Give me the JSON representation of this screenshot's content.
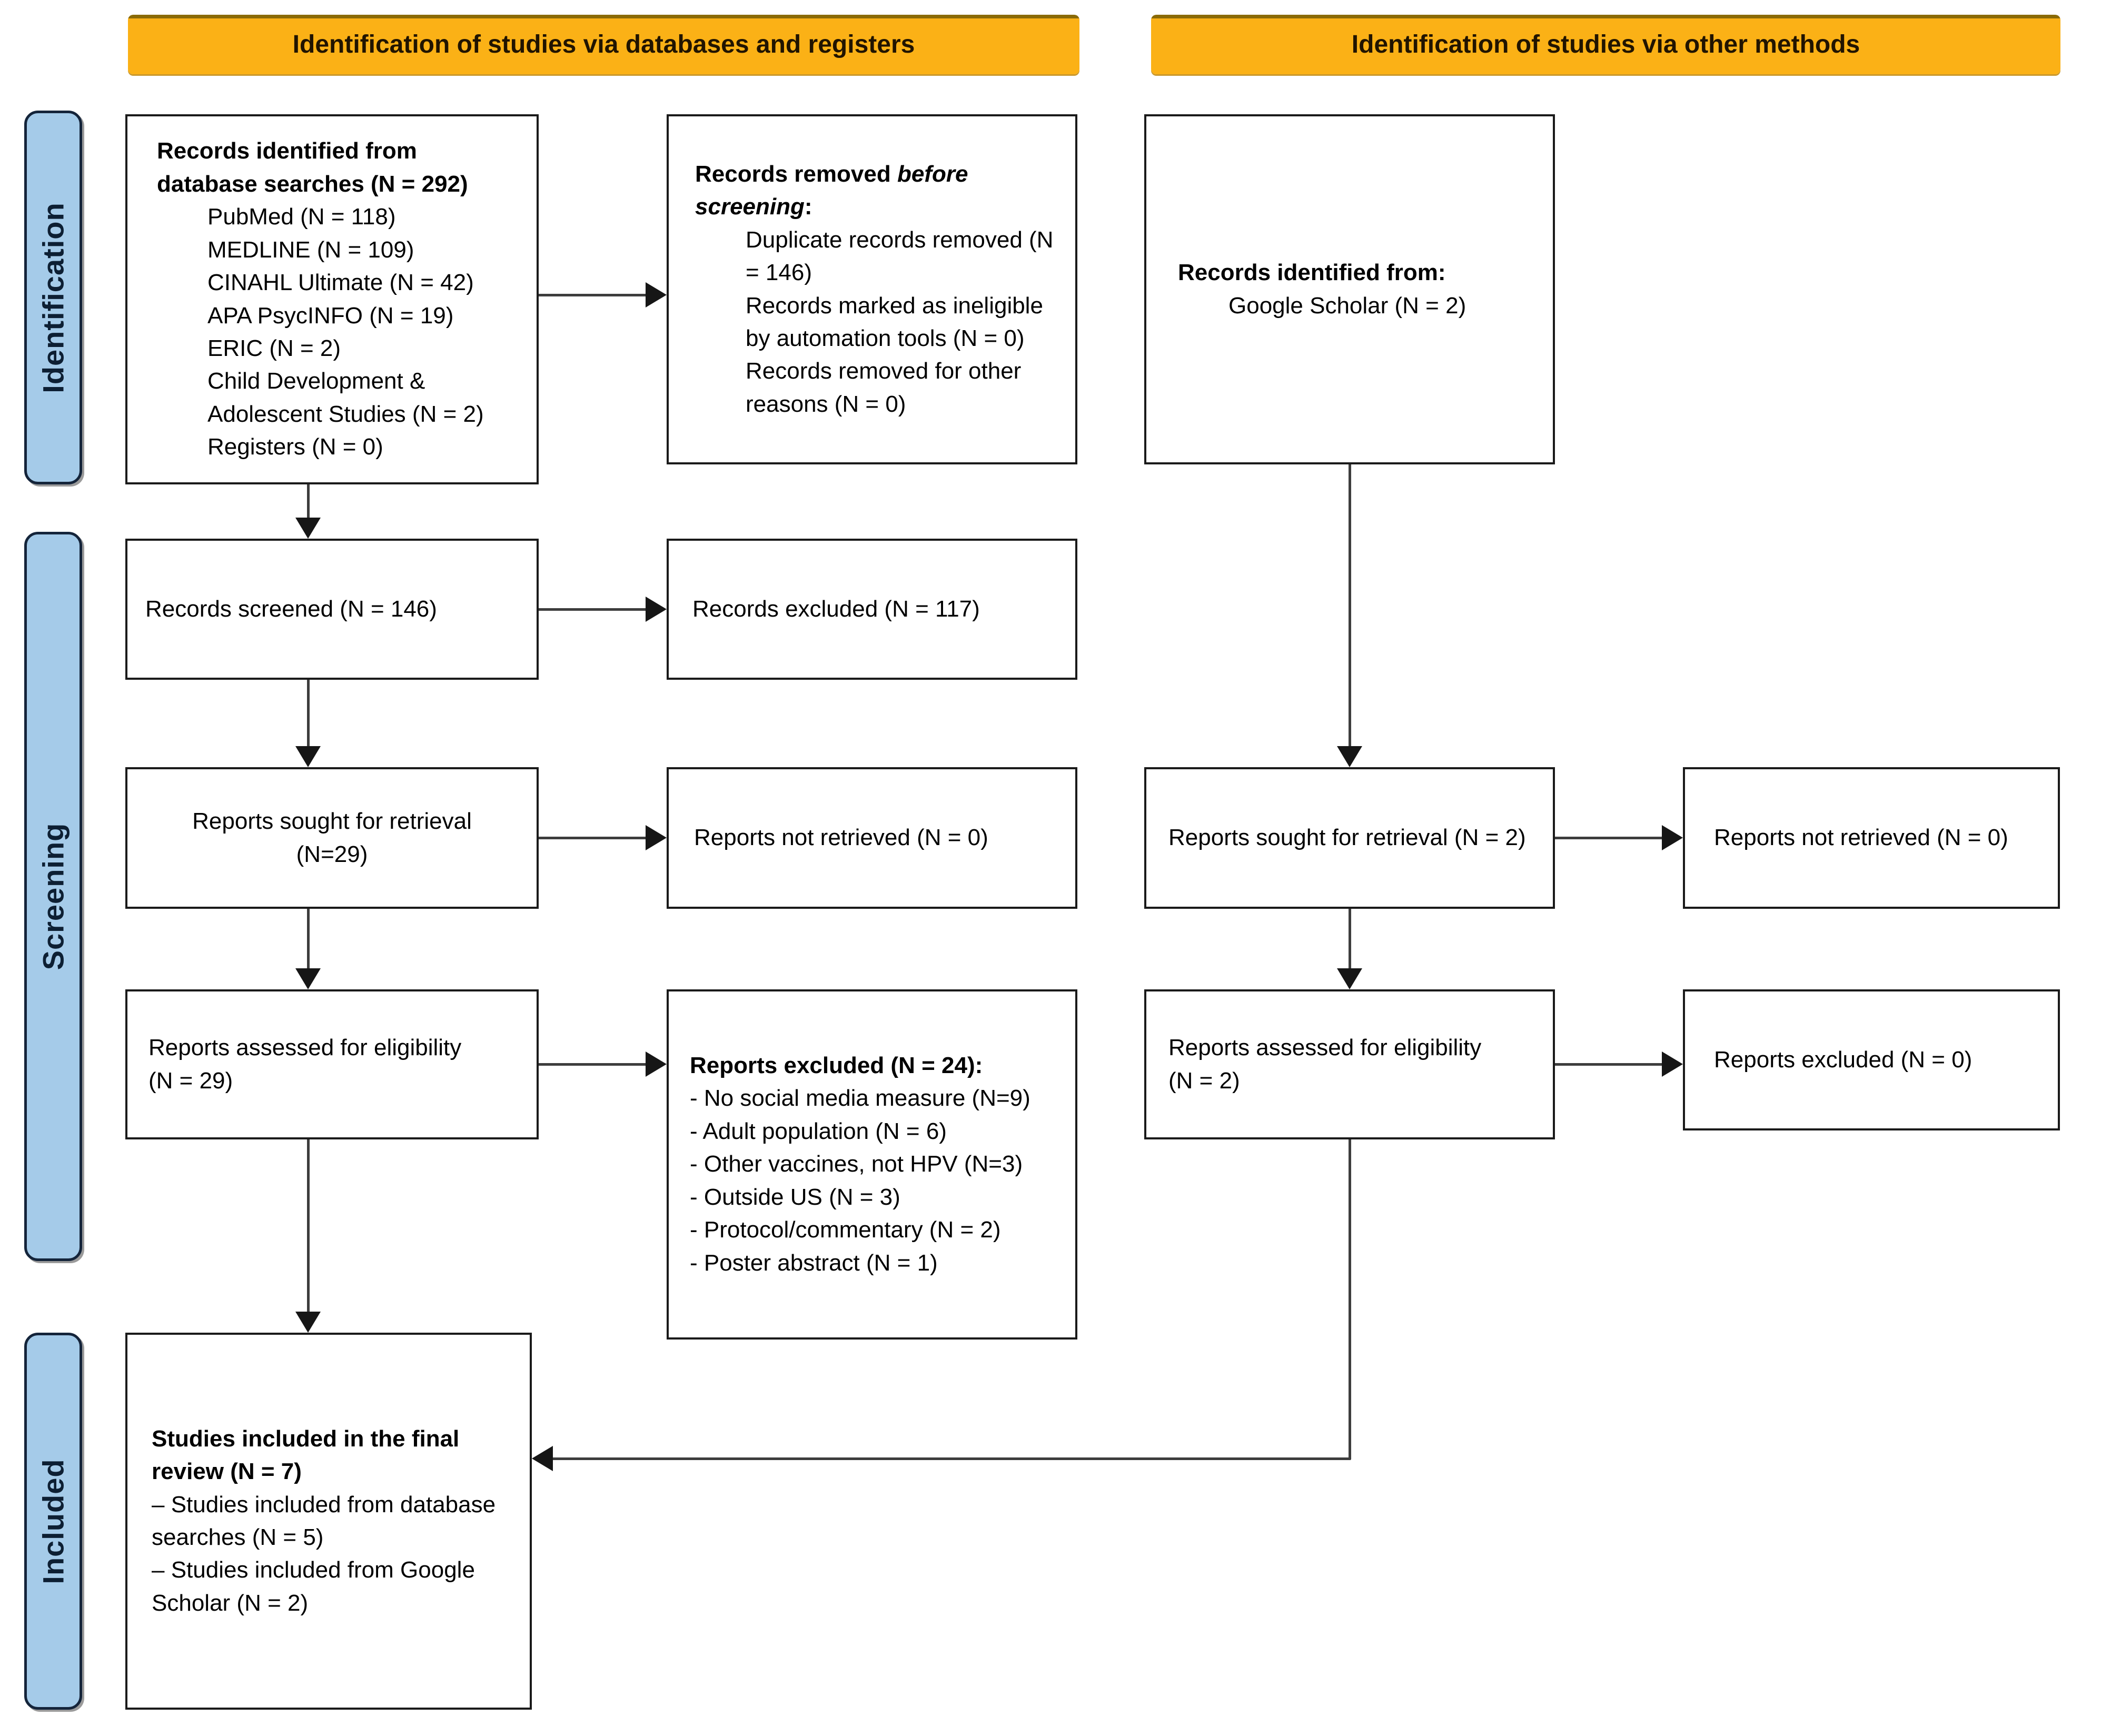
{
  "colors": {
    "banner_bg": "#FBB116",
    "banner_text": "#211400",
    "stage_bg": "#A5CBE9",
    "stage_border": "#14243A",
    "box_border": "#1A1A1A",
    "arrow": "#3D3D3D"
  },
  "banners": {
    "left": "Identification of studies via databases and registers",
    "right": "Identification of studies via other methods"
  },
  "stages": {
    "identification": "Identification",
    "screening": "Screening",
    "included": "Included"
  },
  "boxes": {
    "db_identified": {
      "title": "Records identified from database searches (N = 292)",
      "items": [
        "PubMed (N = 118)",
        "MEDLINE (N = 109)",
        "CINAHL Ultimate (N = 42)",
        "APA PsycINFO (N = 19)",
        "ERIC (N = 2)",
        "Child Development & Adolescent Studies (N = 2)",
        "Registers (N = 0)"
      ]
    },
    "records_removed": {
      "title_1": "Records removed ",
      "title_em": "before screening",
      "title_2": ":",
      "items": [
        "Duplicate records removed (N = 146)",
        "Records marked as ineligible by automation tools (N = 0)",
        "Records removed for other reasons (N = 0)"
      ]
    },
    "other_identified": {
      "title": "Records identified from:",
      "item": "Google Scholar (N = 2)"
    },
    "records_screened": {
      "text": "Records screened (N = 146)"
    },
    "records_excluded": {
      "text": "Records excluded (N = 117)"
    },
    "reports_sought_db": {
      "line1": "Reports sought for retrieval",
      "line2": "(N=29)"
    },
    "reports_not_retrieved_db": {
      "text": "Reports not retrieved (N = 0)"
    },
    "reports_assessed_db": {
      "line1": "Reports assessed for eligibility",
      "line2": "(N = 29)"
    },
    "reports_excluded_db": {
      "title": "Reports excluded (N = 24):",
      "items": [
        "- No social media measure (N=9)",
        "- Adult population (N = 6)",
        "- Other vaccines, not HPV (N=3)",
        "- Outside US (N = 3)",
        "- Protocol/commentary (N = 2)",
        "- Poster abstract (N = 1)"
      ]
    },
    "reports_sought_other": {
      "text": "Reports sought for retrieval (N = 2)"
    },
    "reports_not_retrieved_other": {
      "text": "Reports not retrieved (N = 0)"
    },
    "reports_assessed_other": {
      "line1": "Reports assessed for eligibility",
      "line2": "(N = 2)"
    },
    "reports_excluded_other": {
      "text": "Reports excluded (N = 0)"
    },
    "included": {
      "title": "Studies included in the final review (N = 7)",
      "items": [
        "– Studies included from database searches (N = 5)",
        "– Studies included from Google Scholar (N = 2)"
      ]
    }
  }
}
